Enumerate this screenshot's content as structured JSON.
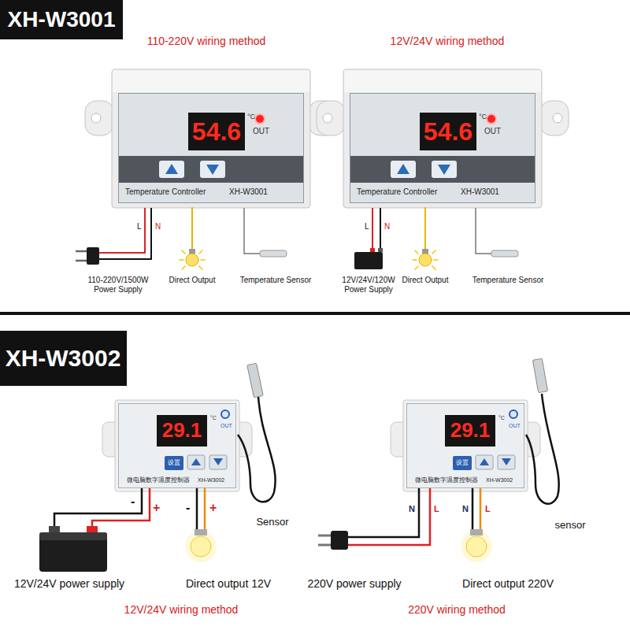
{
  "diagram": {
    "nodes": [
      {
        "text": [
          "XH-W3001"
        ]
      },
      {
        "text": [
          "°C",
          "OUT",
          "Temperature Controller",
          "XH-W3001"
        ]
      },
      {
        "text": [
          "54.6"
        ],
        "in": 1
      },
      {
        "text": [
          "°C",
          "OUT",
          "Temperature Controller",
          "XH-W3001"
        ]
      },
      {
        "text": [
          "54.6"
        ],
        "in": 3
      },
      {
        "text": [
          "XH-W3002"
        ]
      },
      {
        "text": [
          "°C",
          "OUT",
          "微电脑数字温度控制器",
          "XH-W3002"
        ]
      },
      {
        "text": [
          "29.1"
        ],
        "in": 6
      },
      {
        "text": [
          "设置"
        ],
        "in": 6
      },
      {
        "text": [
          "°C",
          "OUT",
          "微电脑数字温度控制器",
          "XH-W3002"
        ]
      },
      {
        "text": [
          "29.1"
        ],
        "in": 9
      },
      {
        "text": [
          "设置"
        ],
        "in": 9
      }
    ],
    "labels": [
      "110-220V wiring method",
      "12V/24V wiring method",
      "L",
      "N",
      "110-220V/1500W Power Supply",
      "Direct Output",
      "Temperature Sensor",
      "L",
      "N",
      "12V/24V/120W Power Supply",
      "Direct Output",
      "Temperature Sensor",
      "-",
      "+",
      "-",
      "+",
      "Sensor",
      "12V/24V power supply",
      "Direct output 12V",
      "12V/24V wiring method",
      "N",
      "L",
      "N",
      "L",
      "sensor",
      "220V power supply",
      "Direct output 220V",
      "220V wiring method"
    ]
  }
}
